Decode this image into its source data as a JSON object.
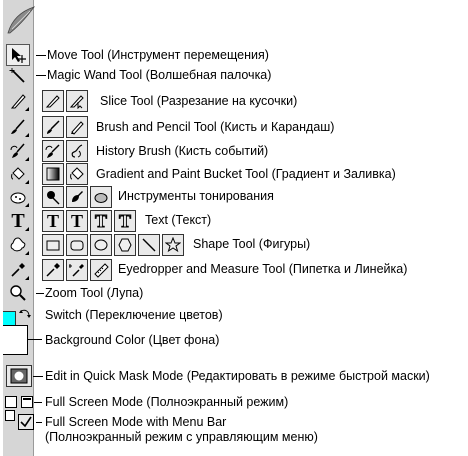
{
  "labels": {
    "move": "Move Tool (Инструмент перемещения)",
    "magic_wand": "Magic Wand Tool (Волшебная палочка)",
    "slice": "Slice Tool (Разрезание на кусочки)",
    "brush_pencil": "Brush and Pencil Tool (Кисть и Карандаш)",
    "history_brush": "History Brush (Кисть событий)",
    "gradient_bucket": "Gradient and Paint Bucket Tool (Градиент и Заливка)",
    "toning": "Инструменты тонирования",
    "text": "Text (Текст)",
    "shape": "Shape Tool (Фигуры)",
    "eyedropper_measure": "Eyedropper and Measure Tool (Пипетка и Линейка)",
    "zoom": "Zoom Tool (Лупа)",
    "switch": "Switch (Переключение цветов)",
    "background_color": "Background Color (Цвет фона)",
    "quick_mask": "Edit in Quick Mask Mode (Редактировать в режиме быстрой маски)",
    "full_screen": "Full Screen Mode (Полноэкранный режим)",
    "full_screen_menu_line1": "Full Screen Mode with Menu Bar",
    "full_screen_menu_line2": "(Полноэкранный режим с управляющим меню)"
  },
  "glyphs": {
    "text_tool": "T"
  },
  "colors": {
    "foreground_swatch": "#00ffff",
    "background_swatch": "#ffffff",
    "toolbar_bg": "#d6d6d6"
  }
}
